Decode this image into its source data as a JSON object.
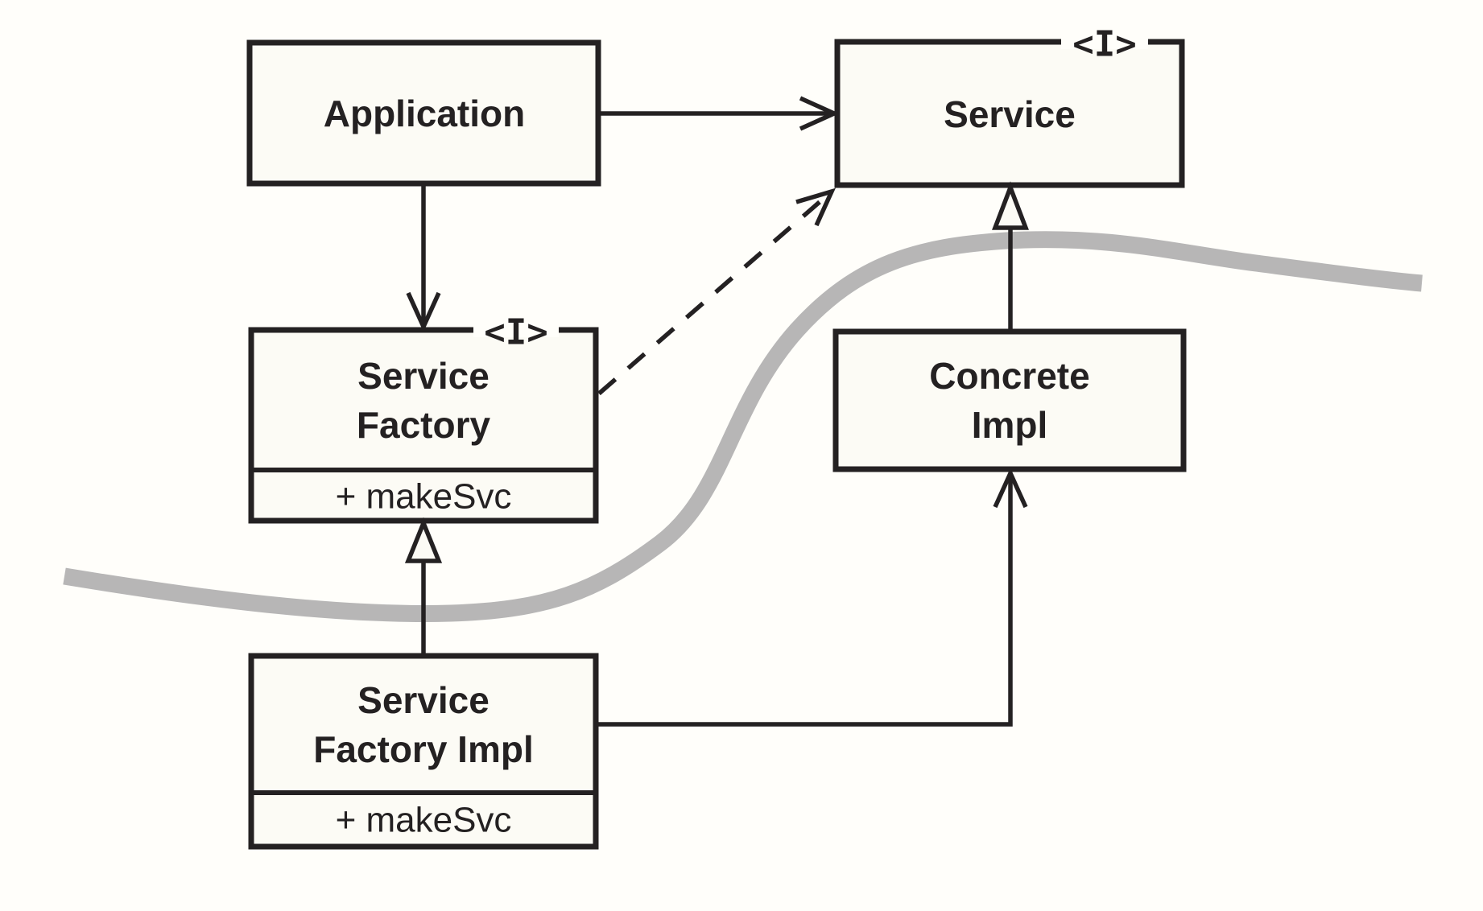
{
  "diagram": {
    "type": "uml-class-diagram",
    "boxes": {
      "application": {
        "label": "Application"
      },
      "service": {
        "stereotype": "<I>",
        "label": "Service"
      },
      "service_factory": {
        "stereotype": "<I>",
        "label_line1": "Service",
        "label_line2": "Factory",
        "method": "+ makeSvc"
      },
      "concrete_impl": {
        "label_line1": "Concrete",
        "label_line2": "Impl"
      },
      "service_factory_impl": {
        "label_line1": "Service",
        "label_line2": "Factory Impl",
        "method": "+ makeSvc"
      }
    },
    "relationships": [
      {
        "from": "Application",
        "to": "Service",
        "line": "solid",
        "arrowhead": "open"
      },
      {
        "from": "Application",
        "to": "Service Factory",
        "line": "solid",
        "arrowhead": "open"
      },
      {
        "from": "Service Factory",
        "to": "Service",
        "line": "dashed",
        "arrowhead": "open"
      },
      {
        "from": "Service Factory Impl",
        "to": "Service Factory",
        "line": "solid",
        "arrowhead": "hollow-triangle"
      },
      {
        "from": "Concrete Impl",
        "to": "Service",
        "line": "solid",
        "arrowhead": "hollow-triangle"
      },
      {
        "from": "Service Factory Impl",
        "to": "Concrete Impl",
        "line": "solid",
        "arrowhead": "open"
      }
    ],
    "boundary": {
      "description": "thick gray curve sweeping from lower left to upper right between abstract and concrete sides"
    },
    "colors": {
      "ink": "#242122",
      "bg": "#fffefa",
      "paper": "#fcfbf5",
      "gray": "#b7b6b6"
    }
  }
}
